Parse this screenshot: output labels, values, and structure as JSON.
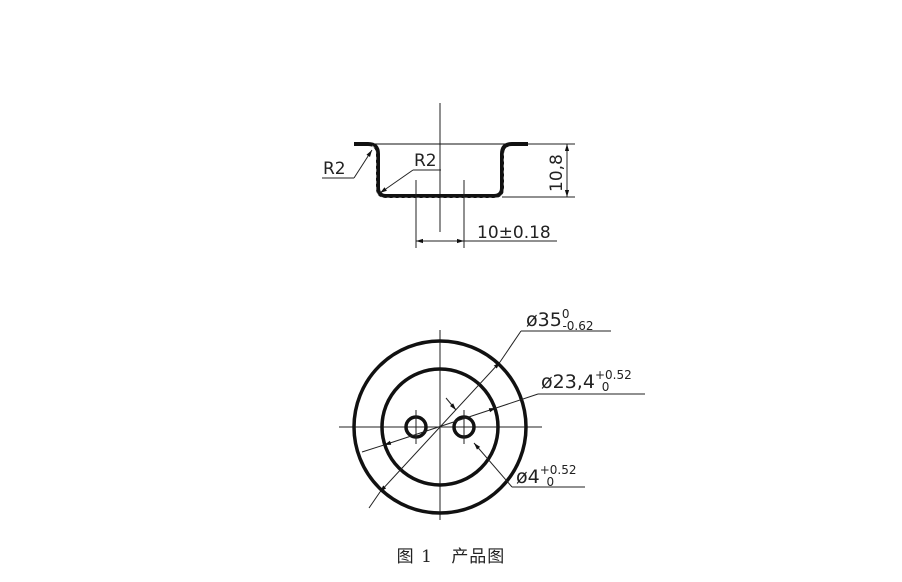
{
  "figure": {
    "caption_label": "图 1",
    "caption_title": "产品图",
    "line_color": "#111111"
  },
  "section_view": {
    "radius_outer_label": "R2",
    "radius_inner_label": "R2",
    "height_label": "10,8",
    "hole_spacing_label": "10±0.18"
  },
  "top_view": {
    "outer_diameter": {
      "symbol": "ø",
      "nominal": "35",
      "upper_tol": "0",
      "lower_tol": "-0.62"
    },
    "inner_diameter": {
      "symbol": "ø",
      "nominal": "23,4",
      "upper_tol": "+0.52",
      "lower_tol": "0"
    },
    "hole_diameter": {
      "symbol": "ø",
      "nominal": "4",
      "upper_tol": "+0.52",
      "lower_tol": "0"
    }
  }
}
